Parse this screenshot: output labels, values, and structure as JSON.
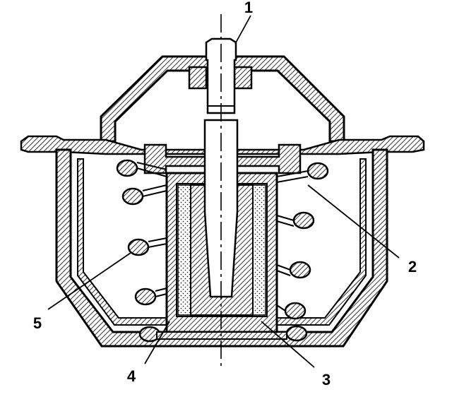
{
  "diagram": {
    "callouts": {
      "c1": "1",
      "c2": "2",
      "c3": "3",
      "c4": "4",
      "c5": "5"
    },
    "colors": {
      "ink": "#000000",
      "paper": "#ffffff"
    }
  }
}
